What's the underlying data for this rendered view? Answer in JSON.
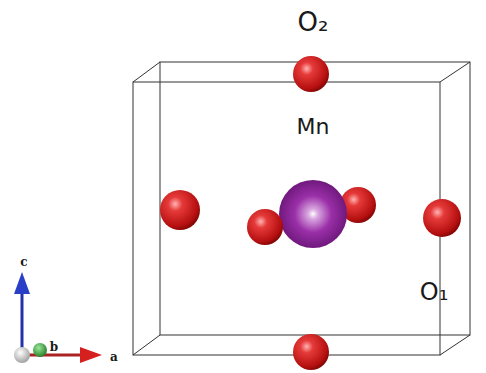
{
  "diagram": {
    "labels": [
      "O₂",
      "Mn",
      "O₁",
      "c",
      "b",
      "a"
    ]
  }
}
